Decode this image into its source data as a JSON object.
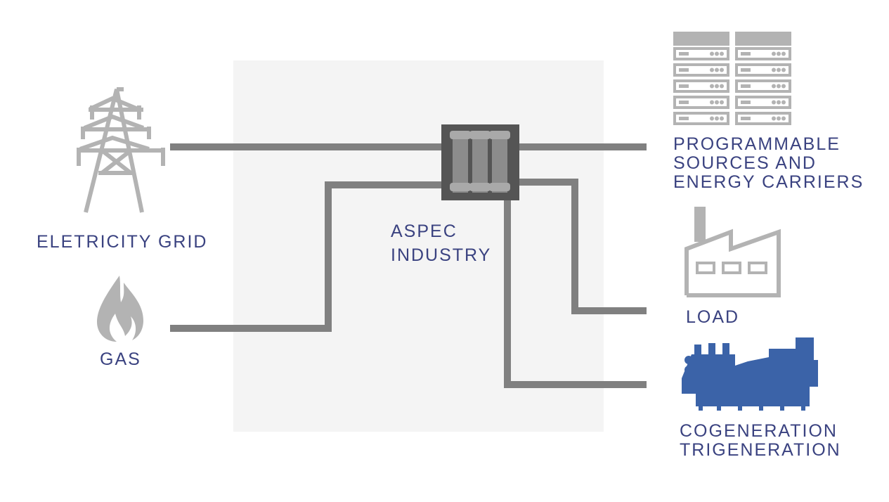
{
  "diagram": {
    "inputs": [
      {
        "id": "grid",
        "label": "ELETRICITY GRID",
        "icon": "transmission-tower-icon"
      },
      {
        "id": "gas",
        "label": "GAS",
        "icon": "gas-flame-icon"
      }
    ],
    "hub": {
      "label": "ASPEC\nINDUSTRY",
      "icon": "aspec-cabinet-icon"
    },
    "outputs": [
      {
        "id": "prog",
        "label": "PROGRAMMABLE\nSOURCES AND\nENERGY CARRIERS",
        "icon": "server-rack-icon"
      },
      {
        "id": "load",
        "label": "LOAD",
        "icon": "factory-icon"
      },
      {
        "id": "cogen",
        "label": "COGENERATION\nTRIGENERATION",
        "icon": "generator-engine-icon"
      }
    ]
  },
  "colors": {
    "line": "#808080",
    "icon_gray": "#b3b3b3",
    "label_text": "#3a4280",
    "panel_bg": "#f4f4f4",
    "hub_dark": "#555555",
    "accent_blue": "#3b63a8"
  }
}
